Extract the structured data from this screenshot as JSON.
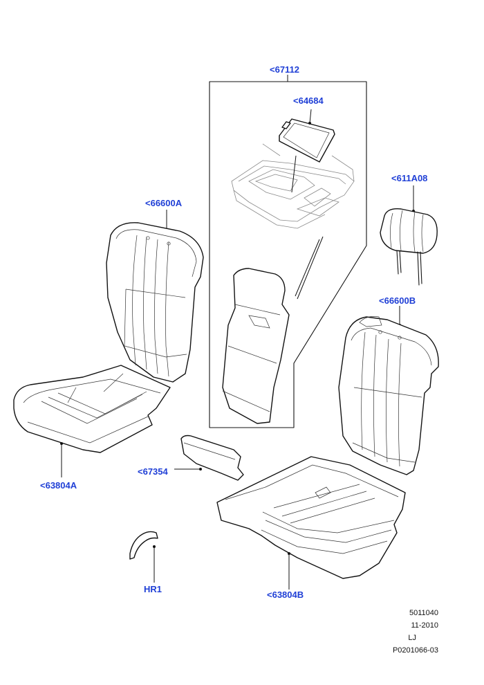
{
  "callouts": {
    "c67112": "<67112",
    "c64684": "<64684",
    "c611A08": "<611A08",
    "c66600A": "<66600A",
    "c66600B": "<66600B",
    "c67354": "<67354",
    "c63804A": "<63804A",
    "c63804B": "<63804B",
    "cHR1": "HR1"
  },
  "footer": {
    "line1": "5011040",
    "line2": "11-2010",
    "line3": "LJ",
    "line4": "P0201066-03"
  },
  "colors": {
    "callout": "#1f3fd6",
    "line": "#111111",
    "background": "#ffffff"
  }
}
